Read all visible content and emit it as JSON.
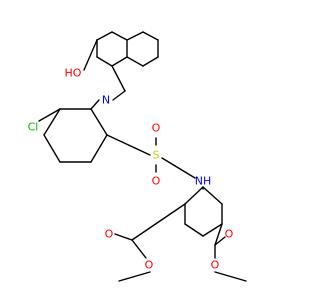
{
  "diagram": {
    "atoms": [
      {
        "id": "oh",
        "text": "HO",
        "color": "#ff0000"
      },
      {
        "id": "n1",
        "text": "N",
        "color": "#0000ff"
      },
      {
        "id": "cl",
        "text": "Cl",
        "color": "#00bb00"
      },
      {
        "id": "s",
        "text": "S",
        "color": "#cccc00"
      },
      {
        "id": "o_s1",
        "text": "O",
        "color": "#ff0000"
      },
      {
        "id": "o_s2",
        "text": "O",
        "color": "#ff0000"
      },
      {
        "id": "nh",
        "text": "NH",
        "color": "#0000ff"
      },
      {
        "id": "o_c1",
        "text": "O",
        "color": "#ff0000"
      },
      {
        "id": "o_c2",
        "text": "O",
        "color": "#ff0000"
      },
      {
        "id": "o_c3",
        "text": "O",
        "color": "#ff0000"
      },
      {
        "id": "o_c4",
        "text": "O",
        "color": "#ff0000"
      }
    ]
  }
}
